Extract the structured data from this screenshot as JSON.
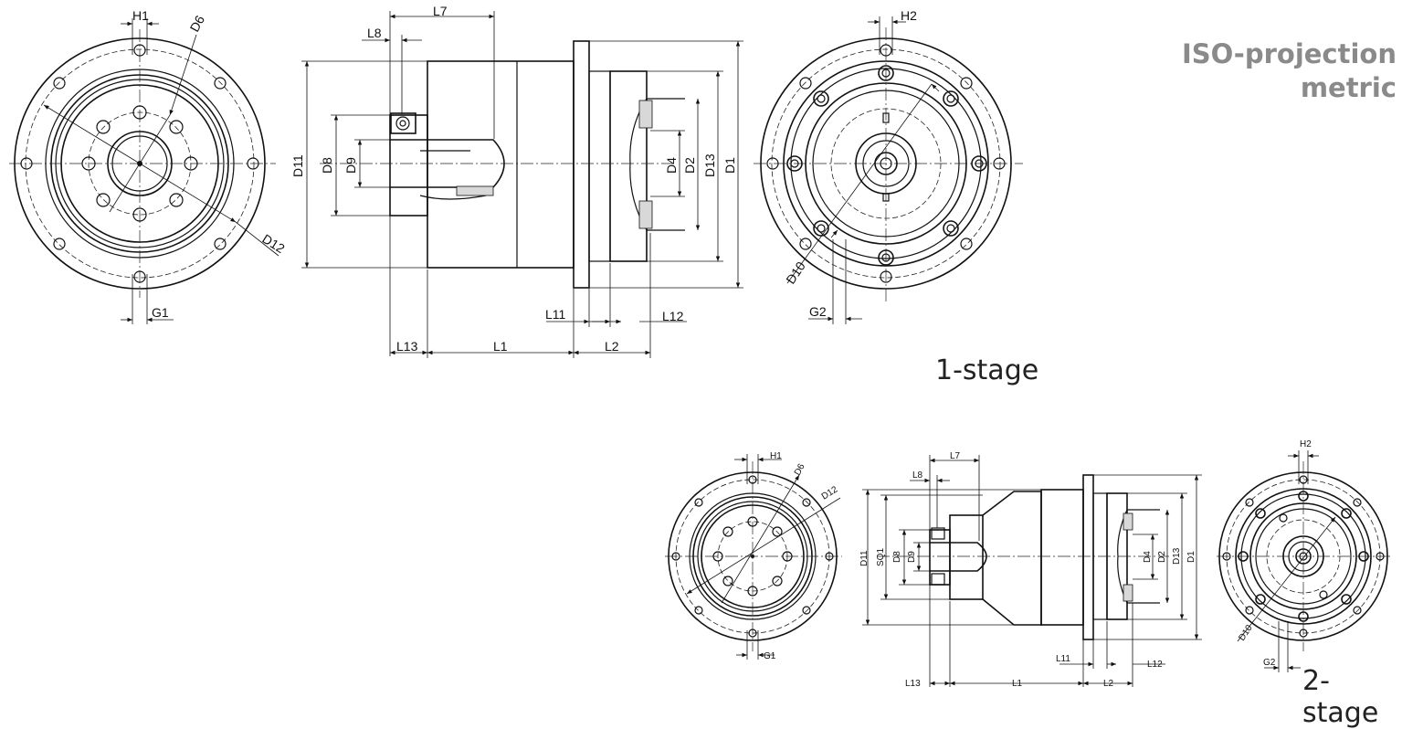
{
  "heading": {
    "line1": "ISO-projection",
    "line2": "metric"
  },
  "stages": {
    "stage1": "1-stage",
    "stage2": "2-stage"
  },
  "labels": {
    "H1": "H1",
    "H2": "H2",
    "G1": "G1",
    "G2": "G2",
    "D1": "D1",
    "D2": "D2",
    "D4": "D4",
    "D6": "D6",
    "D8": "D8",
    "D9": "D9",
    "D10": "D10",
    "D11": "D11",
    "D12": "D12",
    "D13": "D13",
    "SQ1": "SQ1",
    "L1": "L1",
    "L2": "L2",
    "L7": "L7",
    "L8": "L8",
    "L11": "L11",
    "L12": "L12",
    "L13": "L13"
  }
}
